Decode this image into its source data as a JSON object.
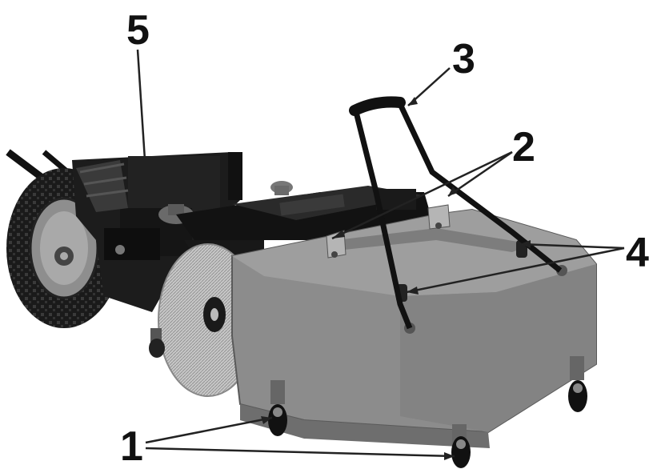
{
  "callouts": {
    "c1": "1",
    "c2": "2",
    "c3": "3",
    "c4": "4",
    "c5": "5"
  },
  "parts": {
    "c1": "caster-wheel",
    "c2": "housing-latch",
    "c3": "handle",
    "c4": "height-adjust-slot",
    "c5": "engine-mount"
  },
  "colors": {
    "housing": "#8c8c8c",
    "housing_top": "#9e9e9e",
    "frame": "#111111",
    "brush": "#b8b8b8",
    "tire": "#1a1a1a",
    "leader": "#222222"
  }
}
